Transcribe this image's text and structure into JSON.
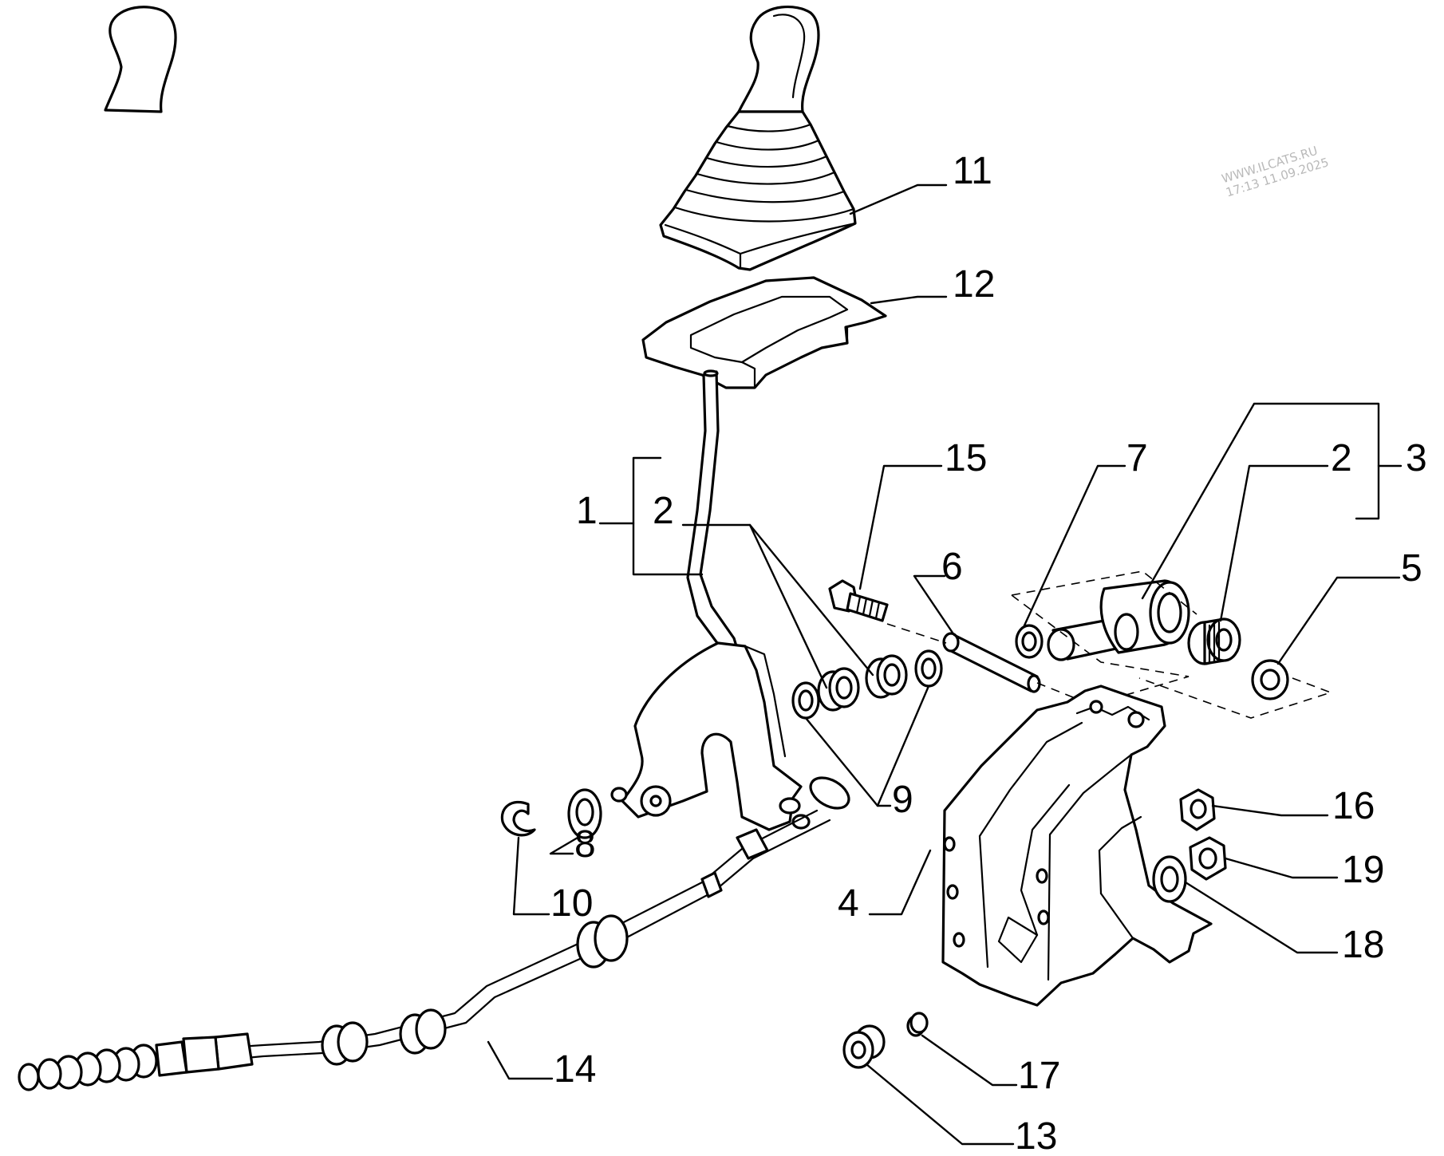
{
  "diagram": {
    "watermark": {
      "site": "WWW.ILCATS.RU",
      "timestamp": "17:13 11.09.2025"
    },
    "callouts": [
      {
        "id": "c1",
        "label": "1"
      },
      {
        "id": "c2a",
        "label": "2"
      },
      {
        "id": "c2b",
        "label": "2"
      },
      {
        "id": "c3",
        "label": "3"
      },
      {
        "id": "c4",
        "label": "4"
      },
      {
        "id": "c5",
        "label": "5"
      },
      {
        "id": "c6",
        "label": "6"
      },
      {
        "id": "c7",
        "label": "7"
      },
      {
        "id": "c8",
        "label": "8"
      },
      {
        "id": "c9",
        "label": "9"
      },
      {
        "id": "c10",
        "label": "10"
      },
      {
        "id": "c11",
        "label": "11"
      },
      {
        "id": "c12",
        "label": "12"
      },
      {
        "id": "c13",
        "label": "13"
      },
      {
        "id": "c14",
        "label": "14"
      },
      {
        "id": "c15",
        "label": "15"
      },
      {
        "id": "c16",
        "label": "16"
      },
      {
        "id": "c17",
        "label": "17"
      },
      {
        "id": "c18",
        "label": "18"
      },
      {
        "id": "c19",
        "label": "19"
      }
    ]
  }
}
